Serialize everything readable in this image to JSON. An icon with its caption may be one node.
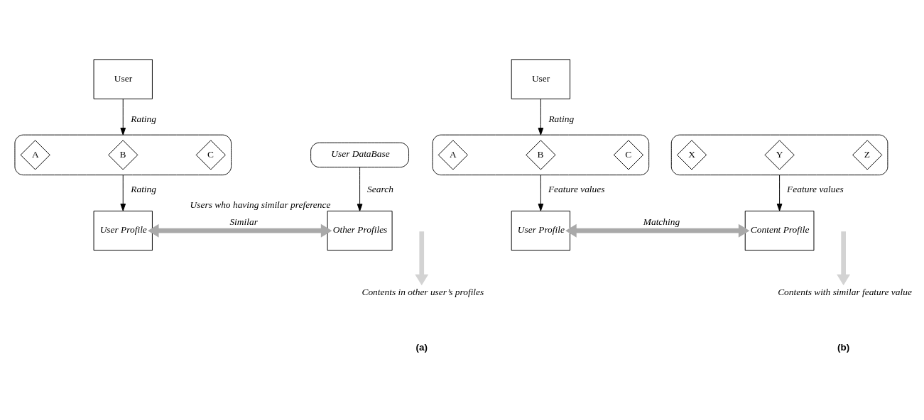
{
  "diagram": {
    "nodes": [
      {
        "text": [
          "User"
        ]
      },
      {
        "text": [],
        "shape": "box"
      },
      {
        "text": [
          "A"
        ],
        "in": 1
      },
      {
        "text": [
          "B"
        ],
        "in": 1
      },
      {
        "text": [
          "C"
        ],
        "in": 1
      },
      {
        "text": [
          "User DataBase"
        ]
      },
      {
        "text": [
          "User Profile"
        ]
      },
      {
        "text": [
          "Other Profiles"
        ],
        "beside": [
          "Users who having similar preference"
        ]
      },
      {
        "text": [
          "Contents in other user’s profiles"
        ]
      },
      {
        "text": [
          "User"
        ]
      },
      {
        "text": [],
        "shape": "box"
      },
      {
        "text": [
          "A"
        ],
        "in": 10
      },
      {
        "text": [
          "B"
        ],
        "in": 10
      },
      {
        "text": [
          "C"
        ],
        "in": 10
      },
      {
        "text": [],
        "shape": "box"
      },
      {
        "text": [
          "X"
        ],
        "in": 14
      },
      {
        "text": [
          "Y"
        ],
        "in": 14
      },
      {
        "text": [
          "Z"
        ],
        "in": 14
      },
      {
        "text": [
          "User Profile"
        ]
      },
      {
        "text": [
          "Content Profile"
        ]
      },
      {
        "text": [
          "Contents with similar feature value"
        ]
      }
    ],
    "edges": [
      {
        "from": 0,
        "to": 1,
        "arrow": "to",
        "label": "Rating"
      },
      {
        "from": 1,
        "to": 6,
        "arrow": "to",
        "label": "Rating"
      },
      {
        "from": 5,
        "to": 7,
        "arrow": "to",
        "label": "Search"
      },
      {
        "from": 6,
        "to": 7,
        "arrow": "both",
        "label": "Similar",
        "style": "thick",
        "color": "#a9a9a9"
      },
      {
        "from": null,
        "to": 8,
        "arrow": "to",
        "style": "thick",
        "color": "#d3d3d3"
      },
      {
        "from": 9,
        "to": 10,
        "arrow": "to",
        "label": "Rating"
      },
      {
        "from": 10,
        "to": 18,
        "arrow": "to",
        "label": "Feature values"
      },
      {
        "from": 14,
        "to": 19,
        "arrow": "to",
        "label": "Feature values"
      },
      {
        "from": 18,
        "to": 19,
        "arrow": "both",
        "label": "Matching",
        "style": "thick",
        "color": "#a9a9a9"
      },
      {
        "from": null,
        "to": 20,
        "arrow": "to",
        "style": "thick",
        "color": "#d3d3d3"
      }
    ],
    "labels": [
      "(a)",
      "(b)"
    ]
  }
}
